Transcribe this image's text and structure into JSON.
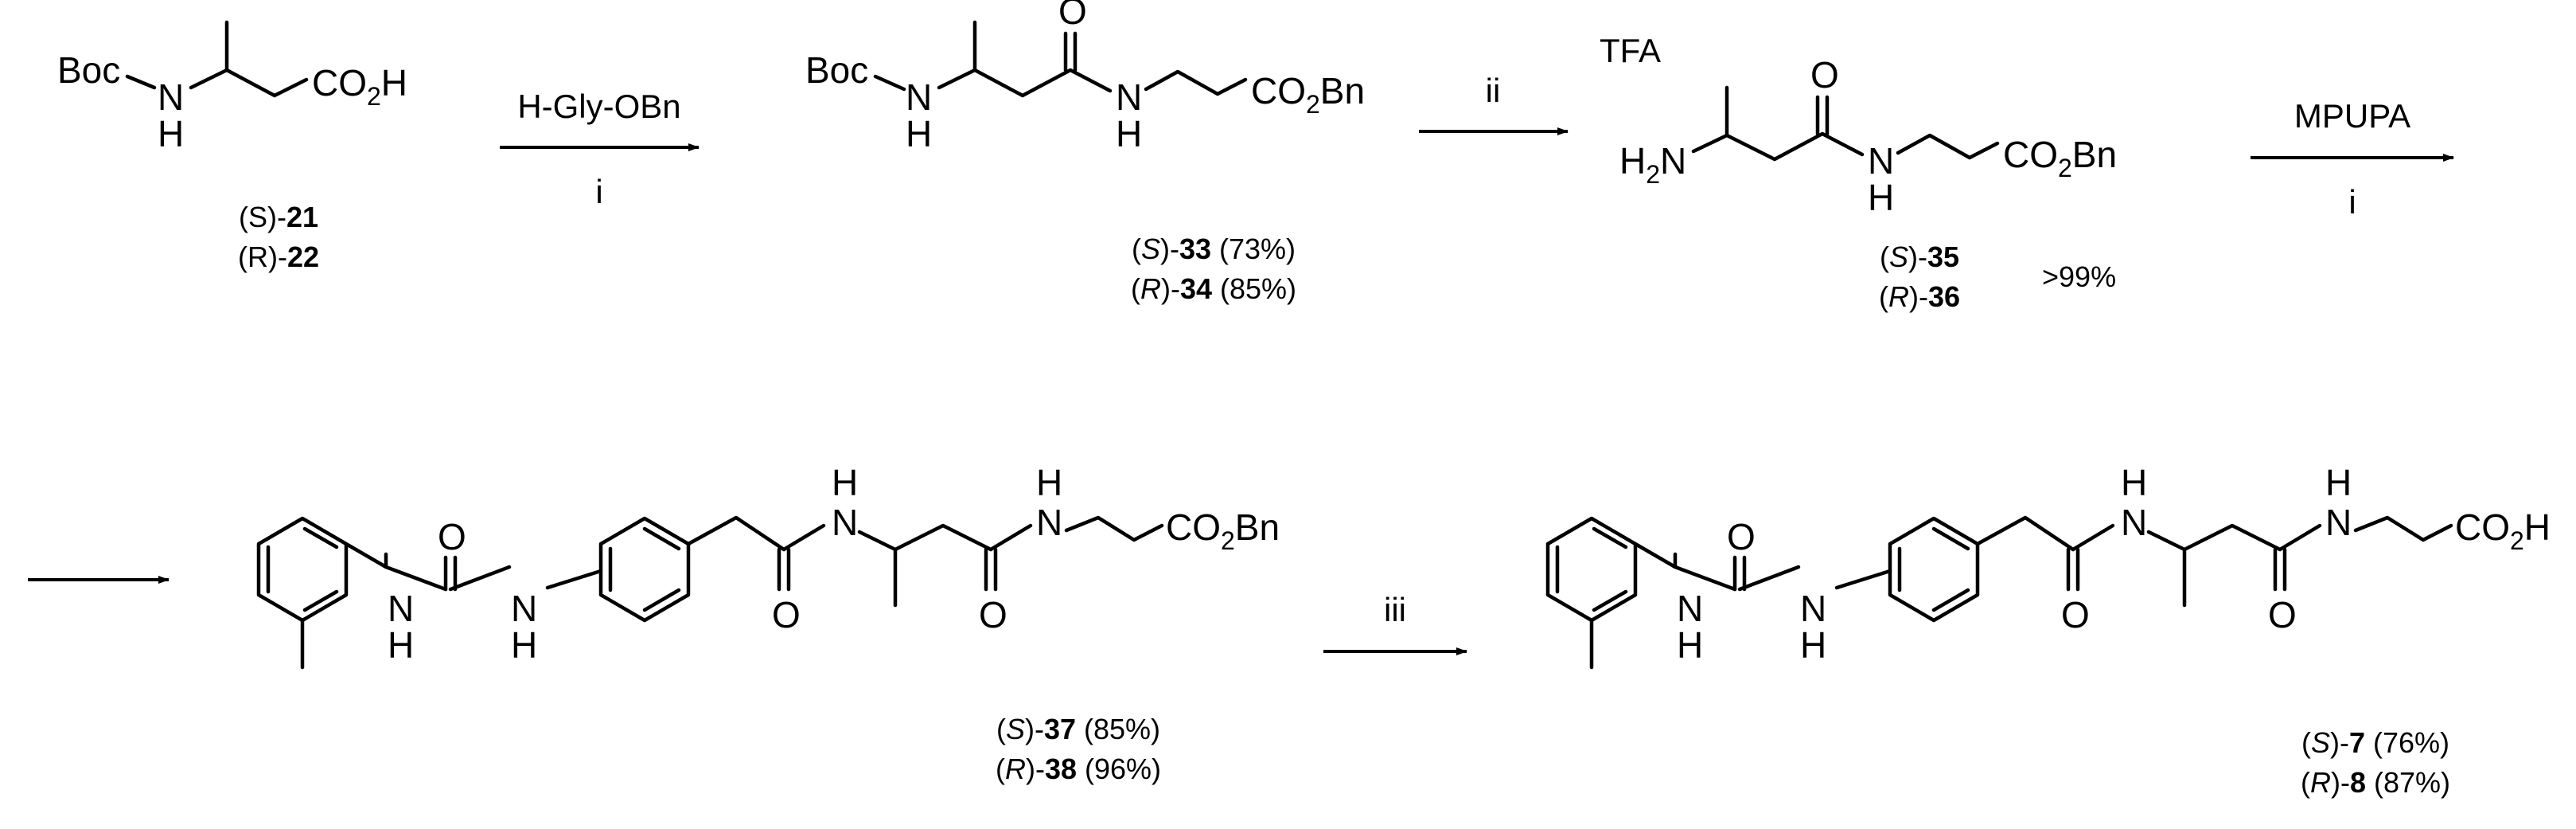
{
  "reagents": {
    "step1": {
      "above": "H-Gly-OBn",
      "below": "i"
    },
    "step2": {
      "above": "ii"
    },
    "step3": {
      "above": "MPUPA",
      "below": "i"
    },
    "step4": {
      "above": "iii"
    }
  },
  "atoms": {
    "boc": "Boc",
    "n": "N",
    "h": "H",
    "o": "O",
    "co2h": {
      "main": "CO",
      "sub": "2",
      "tail": "H"
    },
    "co2bn": {
      "main": "CO",
      "sub": "2",
      "tail": "Bn"
    },
    "h2n": {
      "head": "H",
      "sub": "2",
      "tail": "N"
    },
    "tfa": "TFA"
  },
  "compounds": {
    "c21": {
      "config": "(S)-",
      "number": "21"
    },
    "c22": {
      "config": "(R)-",
      "number": "22"
    },
    "c33": {
      "config_open": "(",
      "config": "S",
      "config_close": ")-",
      "number": "33",
      "yield": " (73%)"
    },
    "c34": {
      "config_open": "(",
      "config": "R",
      "config_close": ")-",
      "number": "34",
      "yield": " (85%)"
    },
    "c35": {
      "config_open": "(",
      "config": "S",
      "config_close": ")-",
      "number": "35"
    },
    "c36": {
      "config_open": "(",
      "config": "R",
      "config_close": ")-",
      "number": "36"
    },
    "c35_36_yield": ">99%",
    "c37": {
      "config_open": "(",
      "config": "S",
      "config_close": ")-",
      "number": "37",
      "yield": " (85%)"
    },
    "c38": {
      "config_open": "(",
      "config": "R",
      "config_close": ")-",
      "number": "38",
      "yield": " (96%)"
    },
    "c7": {
      "config_open": "(",
      "config": "S",
      "config_close": ")-",
      "number": "7",
      "yield": " (76%)"
    },
    "c8": {
      "config_open": "(",
      "config": "R",
      "config_close": ")-",
      "number": "8",
      "yield": " (87%)"
    }
  }
}
